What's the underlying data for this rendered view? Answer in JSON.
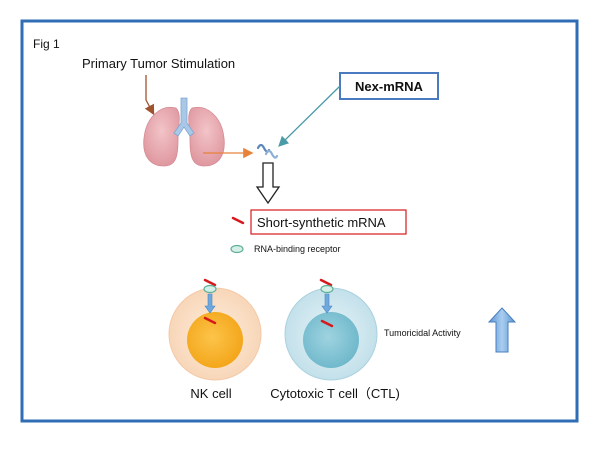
{
  "figure": {
    "label": "Fig 1",
    "stimulus": "Primary Tumor Stimulation",
    "nex_mrna": "Nex-mRNA",
    "short_synthetic": "Short-synthetic mRNA",
    "receptor": "RNA-binding receptor",
    "activity": "Tumoricidal Activity",
    "nk_cell": "NK cell",
    "ctl_cell": "Cytotoxic T cell（CTL)"
  },
  "colors": {
    "frame": "#2f6db5",
    "lung": "#e8a6ad",
    "trachea": "#a9c7e6",
    "mrna_red": "#d7191c",
    "receptor": "#5eaf9a",
    "nk_outer": "#fbe3cf",
    "nk_inner": "#f8b126",
    "ctl_outer": "#d5eaf2",
    "ctl_inner": "#7ec3d4",
    "arrow_blue": "#6fa8dc",
    "nex_box": "#4a7bc1",
    "short_box": "#d7191c",
    "stim_arrow": "#a0522d",
    "lung_arrow": "#e8823a",
    "nex_arrow": "#4a9aa8"
  }
}
